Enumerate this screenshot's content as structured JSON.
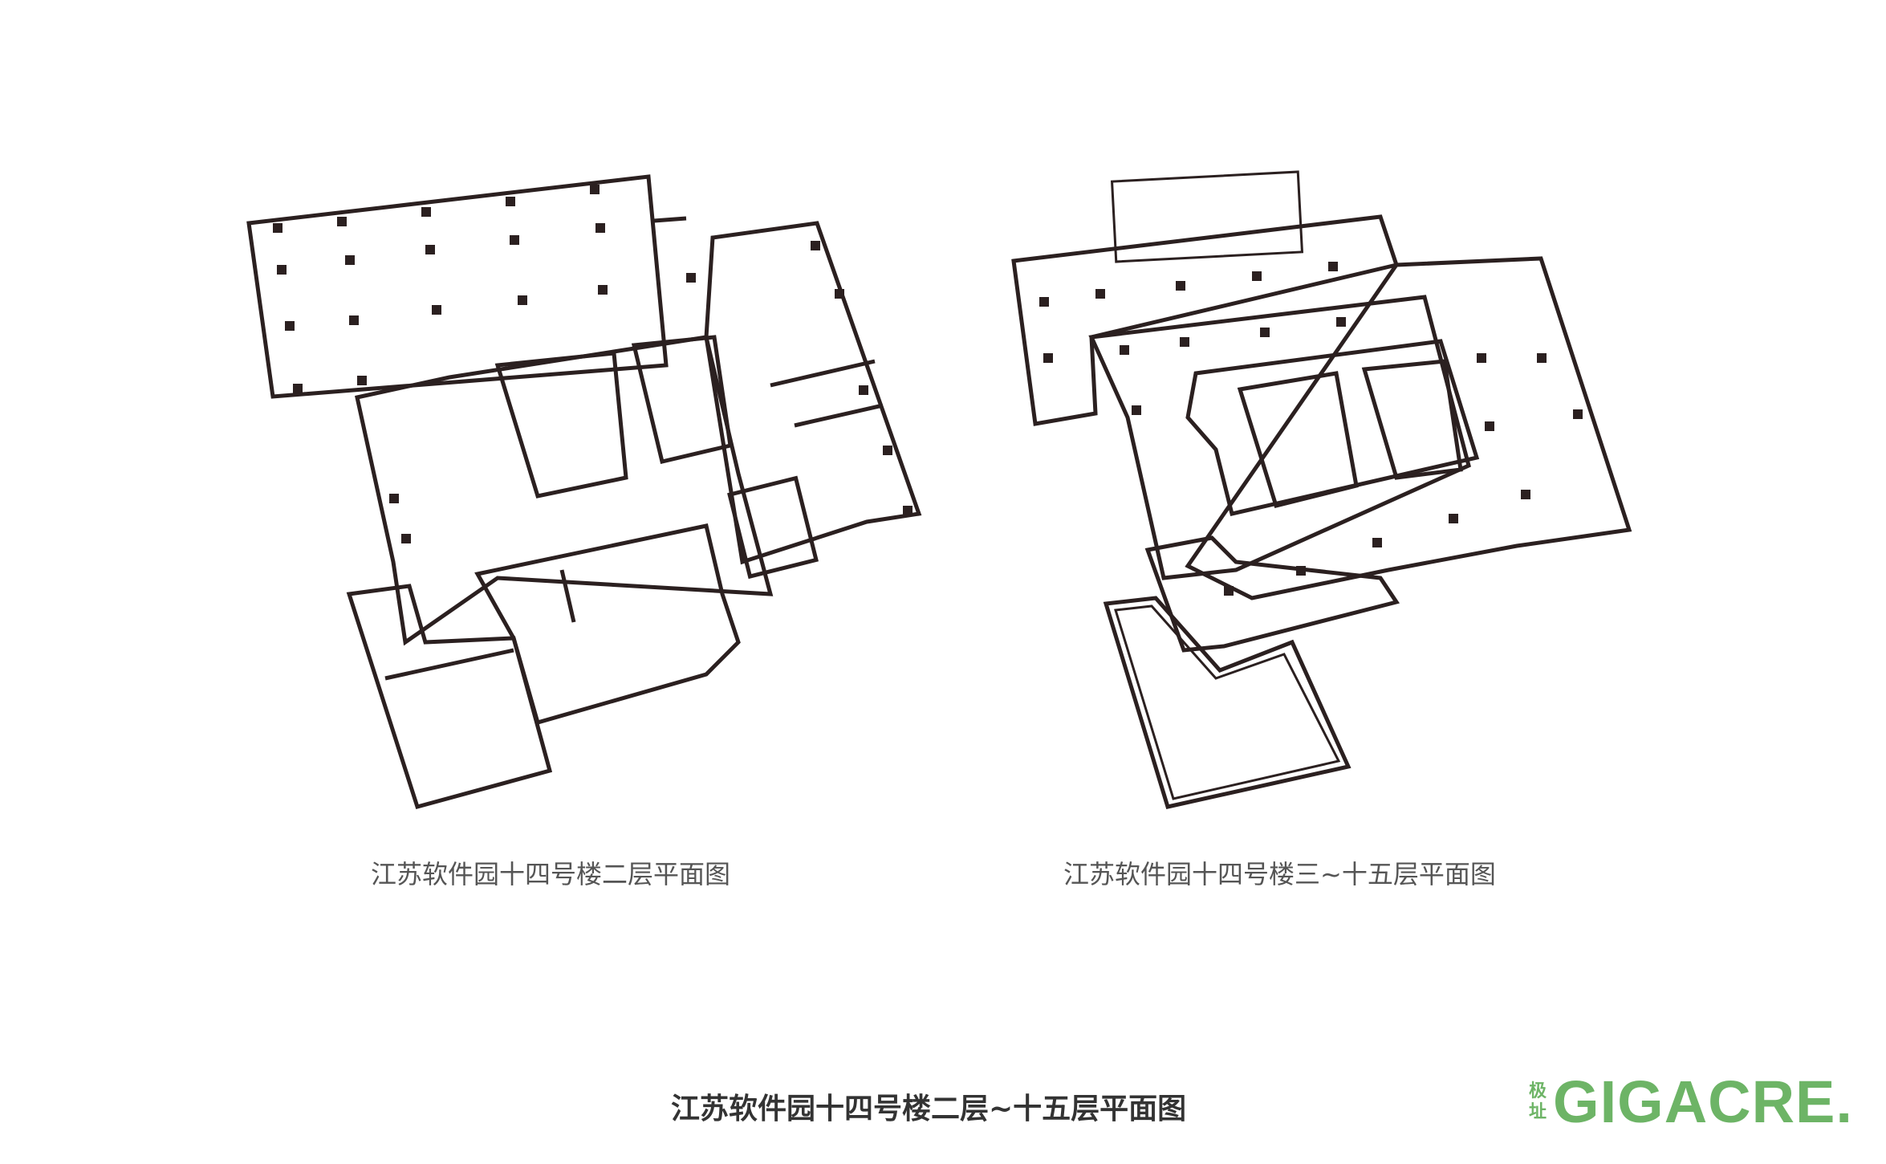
{
  "captions": {
    "left": "江苏软件园十四号楼二层平面图",
    "right": "江苏软件园十四号楼三~十五层平面图"
  },
  "title": "江苏软件园十四号楼二层~十五层平面图",
  "logo": {
    "cn_line1": "极",
    "cn_line2": "址",
    "text": "GIGACRE.",
    "color": "#6db466"
  },
  "colors": {
    "wall": "#2b2020",
    "caption": "#555555",
    "title": "#333333"
  }
}
